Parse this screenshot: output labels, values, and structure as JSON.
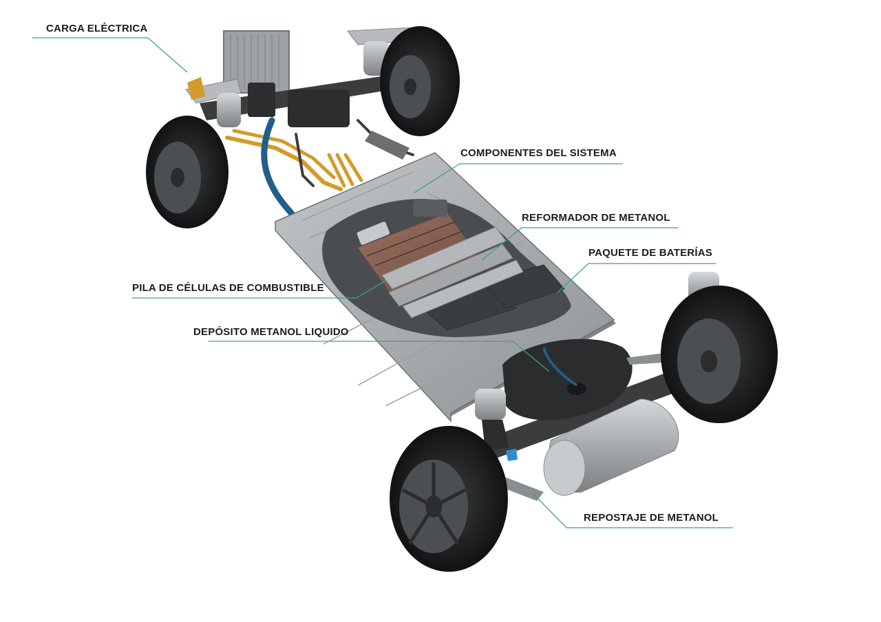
{
  "labels": {
    "carga": "CARGA ELÉCTRICA",
    "componentes": "COMPONENTES DEL SISTEMA",
    "reformador": "REFORMADOR DE METANOL",
    "paquete": "PAQUETE DE BATERÍAS",
    "pila": "PILA DE CÉLULAS DE COMBUSTIBLE",
    "deposito": "DEPÓSITO METANOL LIQUIDO",
    "repostaje": "REPOSTAJE DE METANOL"
  },
  "colors": {
    "leader_line": "#3aa287",
    "label_text": "#1c1c1c",
    "platform": "#a9adb0",
    "tire": "#1e1f21",
    "fuel_line": "#1f5f8a",
    "hydrogen_pipes": "#d49a2a",
    "tank": "#2a2c2e"
  }
}
